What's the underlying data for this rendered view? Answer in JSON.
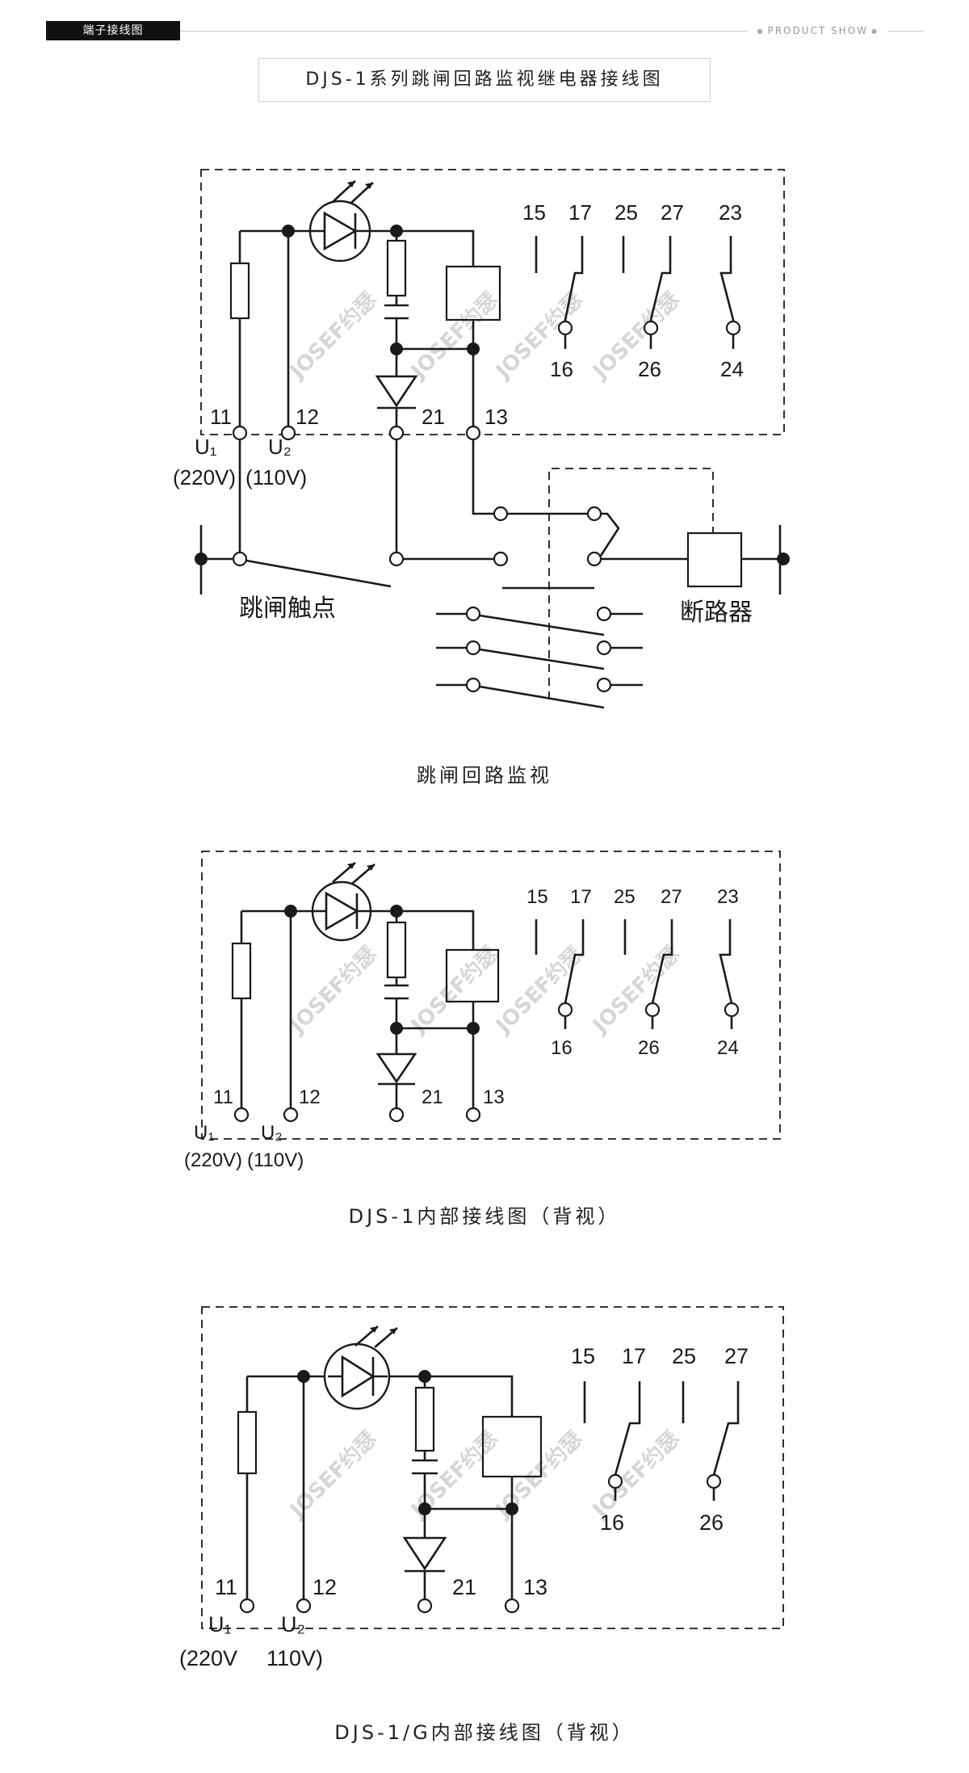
{
  "header": {
    "section_label": "端子接线图",
    "tag": "PRODUCT SHOW"
  },
  "title": "DJS-1系列跳闸回路监视继电器接线图",
  "watermark": "JOSEF约瑟",
  "diagram1": {
    "caption": "跳闸回路监视",
    "terminals": {
      "t15": "15",
      "t17": "17",
      "t25": "25",
      "t27": "27",
      "t23": "23",
      "t16": "16",
      "t26": "26",
      "t24": "24",
      "t11": "11",
      "t12": "12",
      "t21": "21",
      "t13": "13"
    },
    "u1": "U₁",
    "u2": "U₂",
    "v220": "(220V)",
    "v110": "(110V)",
    "trip_contact": "跳闸触点",
    "breaker": "断路器"
  },
  "diagram2": {
    "caption": "DJS-1内部接线图（背视）",
    "terminals": {
      "t15": "15",
      "t17": "17",
      "t25": "25",
      "t27": "27",
      "t23": "23",
      "t16": "16",
      "t26": "26",
      "t24": "24",
      "t11": "11",
      "t12": "12",
      "t21": "21",
      "t13": "13"
    },
    "u1": "U₁",
    "u2": "U₂",
    "v220": "(220V)",
    "v110": "(110V)"
  },
  "diagram3": {
    "caption": "DJS-1/G内部接线图（背视）",
    "terminals": {
      "t15": "15",
      "t17": "17",
      "t25": "25",
      "t27": "27",
      "t16": "16",
      "t26": "26",
      "t11": "11",
      "t12": "12",
      "t21": "21",
      "t13": "13"
    },
    "u1": "U₁",
    "u2": "U₂",
    "v220": "(220V",
    "v110": "110V)"
  }
}
